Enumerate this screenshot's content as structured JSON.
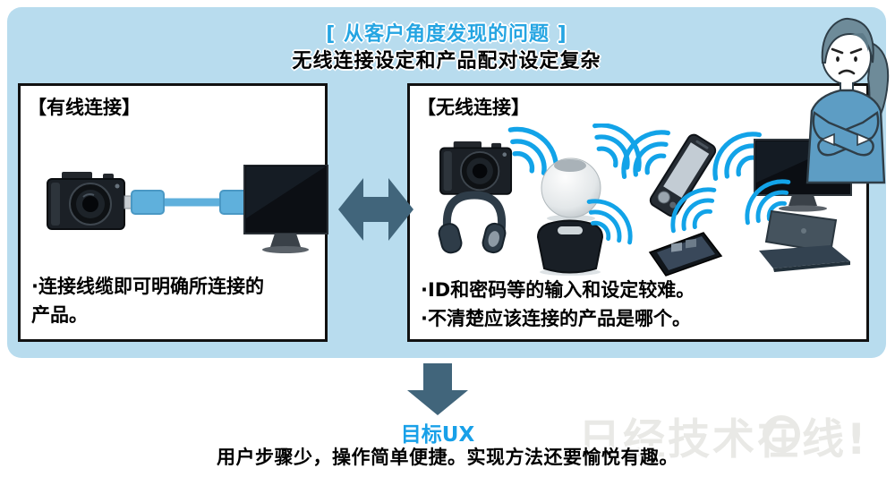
{
  "panel": {
    "title": "[ 从客户角度发现的问题 ]",
    "subtitle": "无线连接设定和产品配对设定复杂"
  },
  "wired": {
    "header": "【有线连接】",
    "note_line1": "·连接线缆即可明确所连接的",
    "note_line2": "产品。",
    "devices": [
      "camera-icon",
      "usb-cable-icon",
      "tv-icon"
    ]
  },
  "wireless": {
    "header": "【无线连接】",
    "note_line1": "·ID和密码等的输入和设定较难。",
    "note_line2": "·不清楚应该连接的产品是哪个。",
    "devices": [
      "camera-icon",
      "ball-speaker-icon",
      "smartphone-icon",
      "tv-icon",
      "headphones-icon",
      "speaker-icon",
      "tablet-icon",
      "laptop-icon"
    ],
    "wifi_icon": "wifi-signal-icon"
  },
  "goal": {
    "label": "目标UX",
    "description": "用户步骤少，操作简单便捷。实现方法还要愉悦有趣。"
  },
  "watermark": {
    "left": "日经技术",
    "right": "在线!"
  },
  "colors": {
    "panel_bg": "#b8dcee",
    "accent_blue": "#25a5e2",
    "goal_blue": "#18a0e8",
    "arrow": "#41657b",
    "wifi": "#12a3e8",
    "cable_blue": "#5fb0dc",
    "watermark_gray": "#e9e9e6"
  }
}
